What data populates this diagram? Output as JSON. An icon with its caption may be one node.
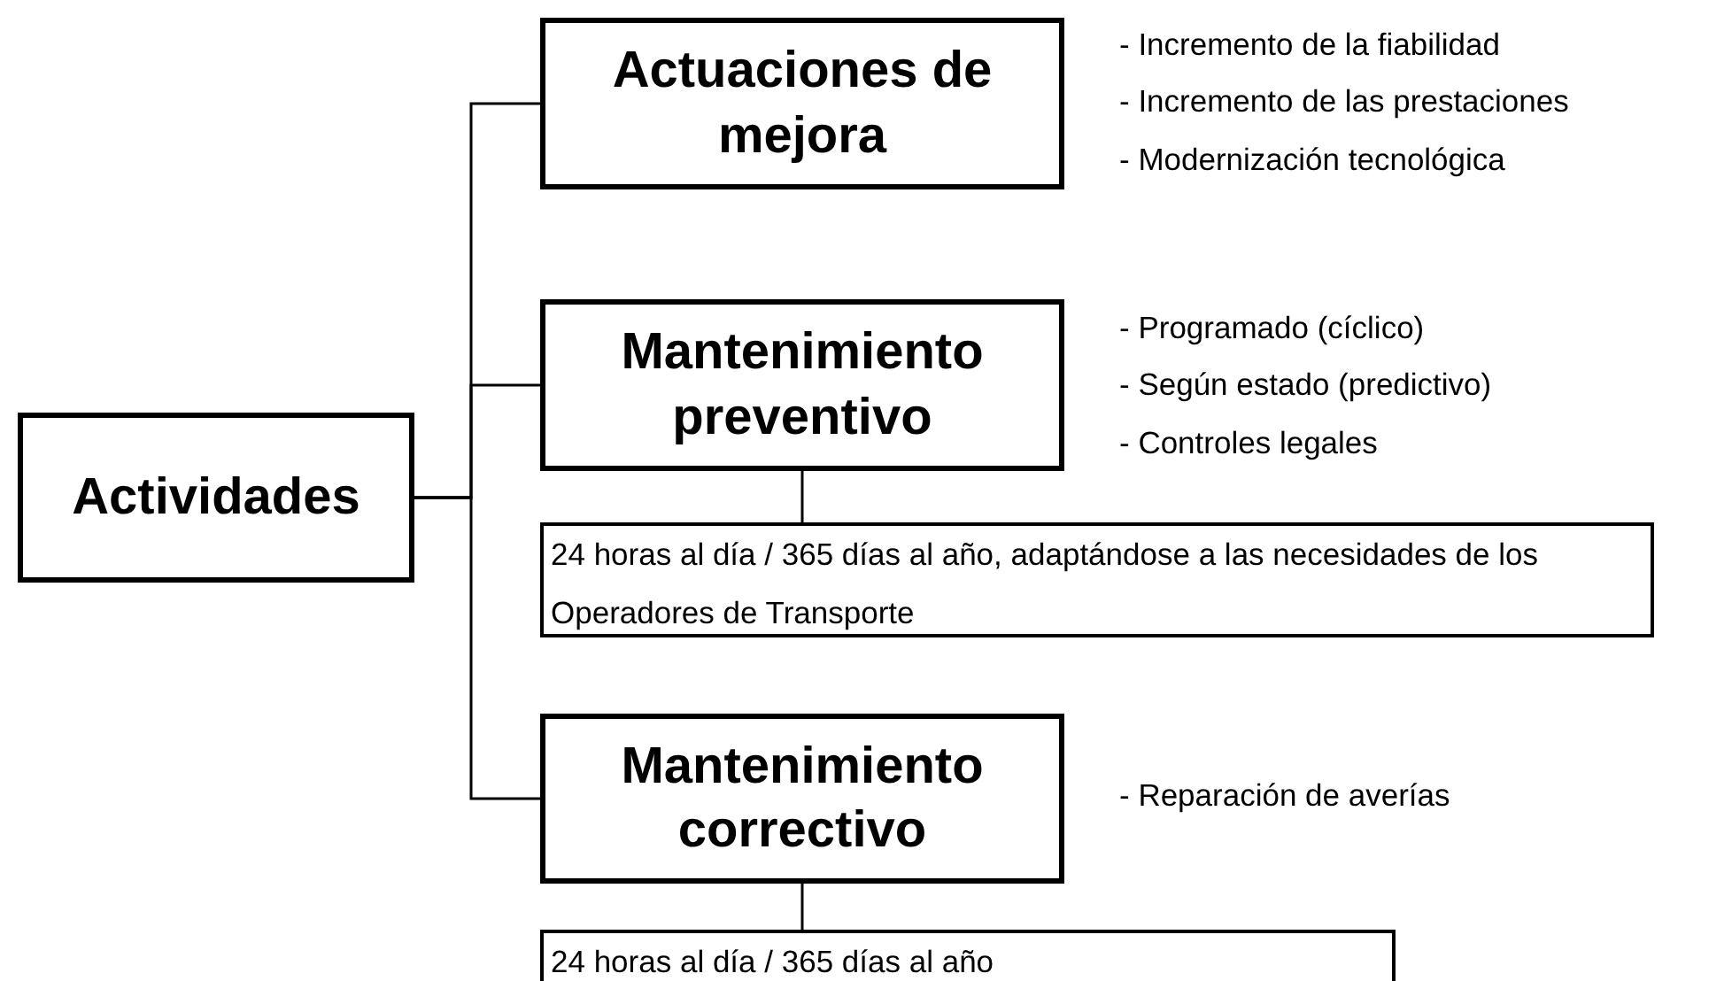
{
  "diagram": {
    "nodes": [
      {
        "text": [
          "Actividades"
        ]
      },
      {
        "text": [
          "Actuaciones de mejora"
        ],
        "beside": [
          "- Incremento de la fiabilidad",
          "- Incremento de las prestaciones",
          "- Modernización tecnológica"
        ]
      },
      {
        "text": [
          "Mantenimiento preventivo"
        ],
        "beside": [
          "- Programado (cíclico)",
          "- Según estado (predictivo)",
          "- Controles legales"
        ]
      },
      {
        "text": [
          "24 horas al día / 365 días al año, adaptándose a las necesidades de los Operadores de Transporte"
        ]
      },
      {
        "text": [
          "Mantenimiento correctivo"
        ],
        "beside": [
          "- Reparación de averías"
        ]
      },
      {
        "text": [
          "24 horas al día / 365 días al año"
        ]
      }
    ],
    "edges": [
      {
        "from": 0,
        "to": 1,
        "arrow": "none"
      },
      {
        "from": 0,
        "to": 2,
        "arrow": "none"
      },
      {
        "from": 0,
        "to": 4,
        "arrow": "none"
      },
      {
        "from": 2,
        "to": 3,
        "arrow": "none"
      },
      {
        "from": 4,
        "to": 5,
        "arrow": "none"
      }
    ]
  }
}
